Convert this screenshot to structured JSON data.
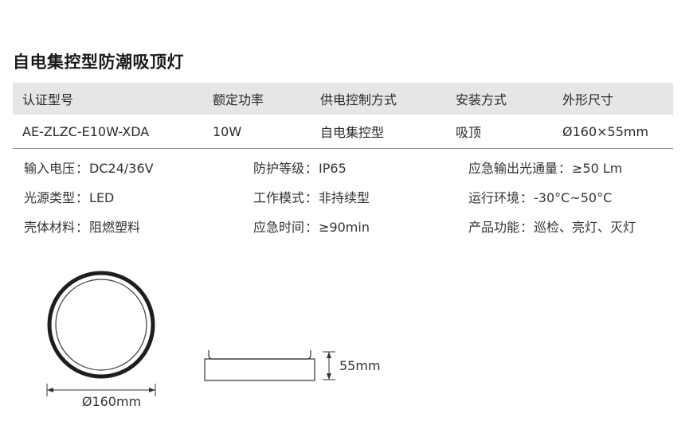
{
  "title": "自电集控型防潮吸顶灯",
  "spec_table": {
    "headers": [
      "认证型号",
      "额定功率",
      "供电控制方式",
      "安装方式",
      "外形尺寸"
    ],
    "row": [
      "AE-ZLZC-E10W-XDA",
      "10W",
      "自电集控型",
      "吸顶",
      "Ø160×55mm"
    ]
  },
  "params": [
    [
      {
        "label": "输入电压",
        "value": "DC24/36V"
      },
      {
        "label": "防护等级",
        "value": "IP65"
      },
      {
        "label": "应急输出光通量",
        "value": "≥50 Lm"
      }
    ],
    [
      {
        "label": "光源类型",
        "value": "LED"
      },
      {
        "label": "工作模式",
        "value": "非持续型"
      },
      {
        "label": "运行环境",
        "value": "-30°C~50°C"
      }
    ],
    [
      {
        "label": "壳体材料",
        "value": "阻燃塑料"
      },
      {
        "label": "应急时间",
        "value": "≥90min"
      },
      {
        "label": "产品功能",
        "value": "巡检、亮灯、灭灯"
      }
    ]
  ],
  "separator": "：",
  "drawings": {
    "diameter_label": "Ø160mm",
    "height_label": "55mm"
  }
}
